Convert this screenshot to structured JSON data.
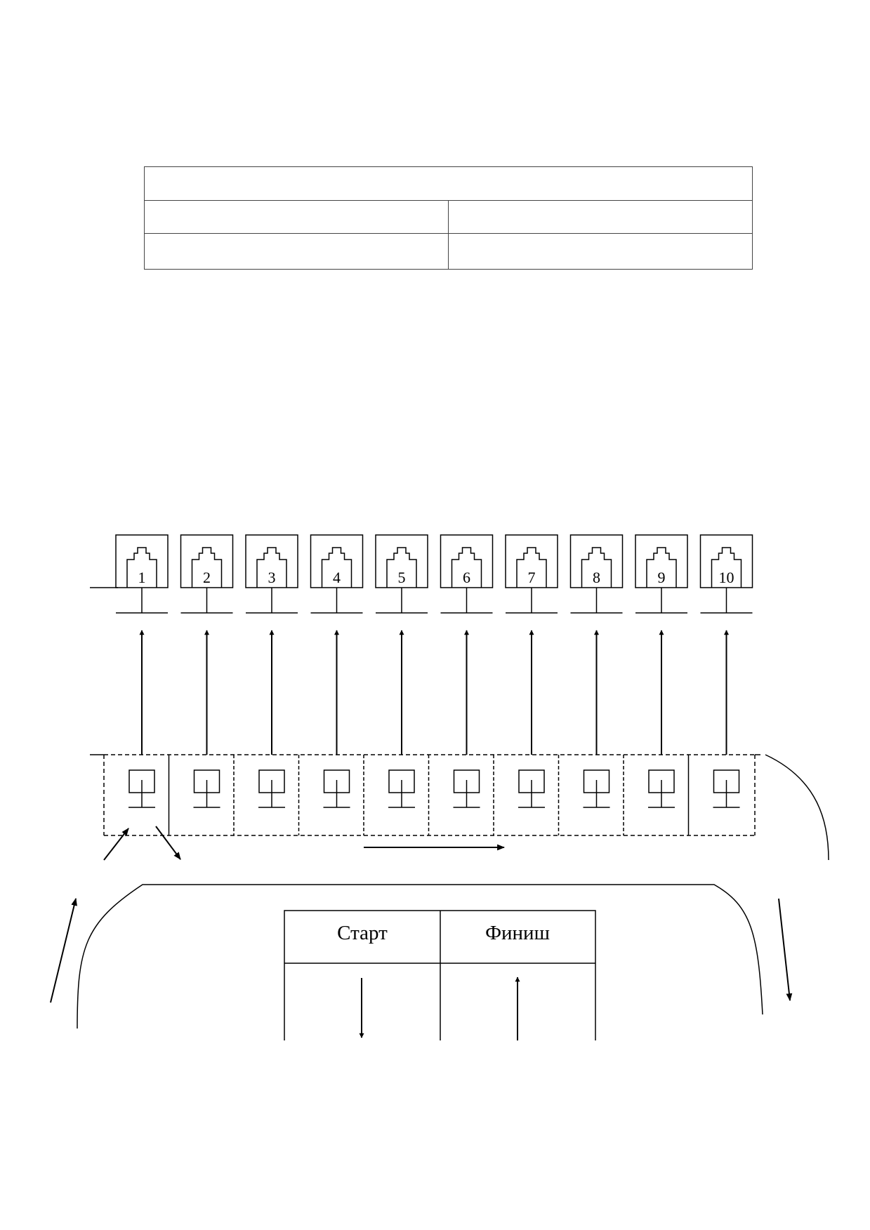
{
  "header_table": {
    "rows": 3,
    "cols": 2
  },
  "targets": [
    "1",
    "2",
    "3",
    "4",
    "5",
    "6",
    "7",
    "8",
    "9",
    "10"
  ],
  "finish_box": {
    "start_label": "Старт",
    "finish_label": "Финиш"
  },
  "colors": {
    "line": "#000000"
  }
}
